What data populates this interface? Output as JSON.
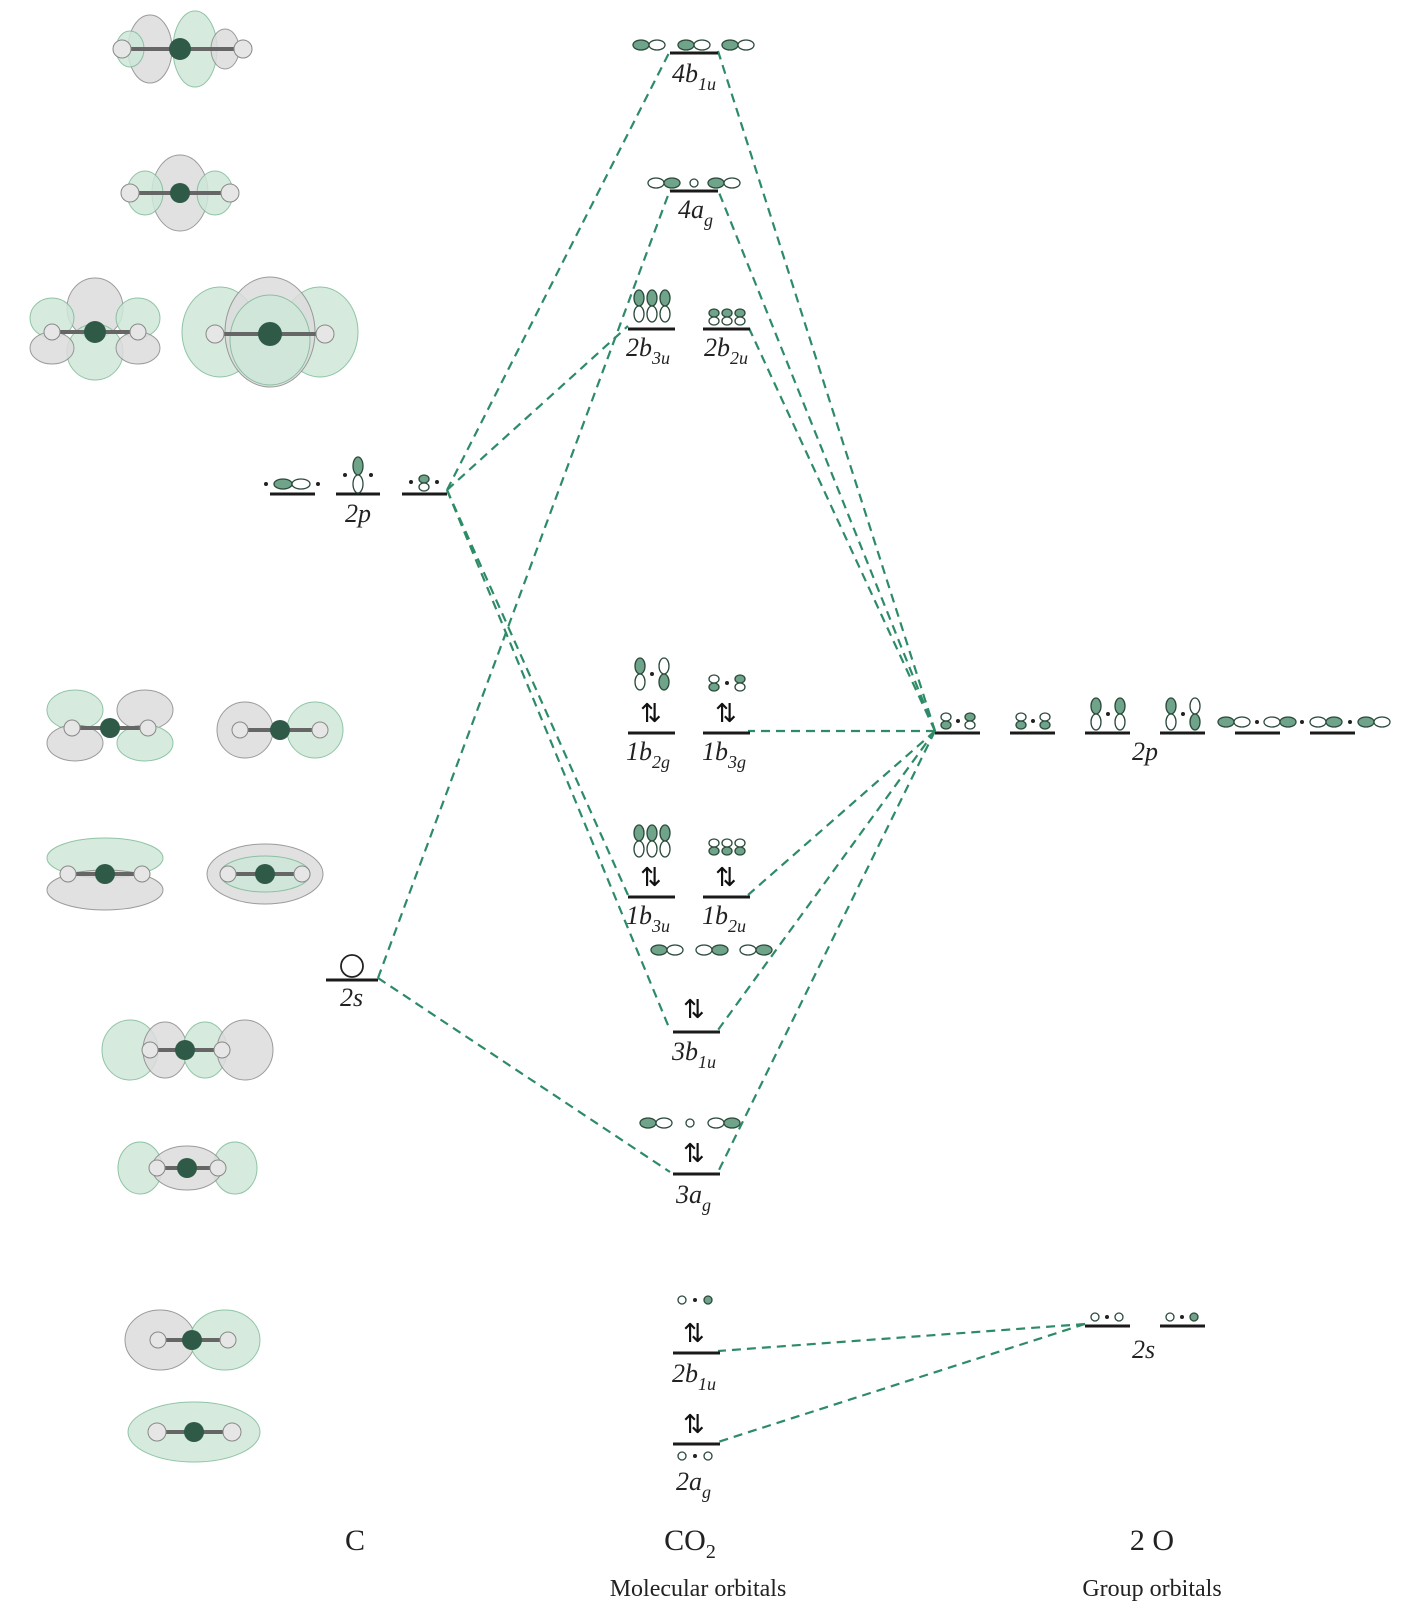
{
  "columns": {
    "left": "C",
    "middle": "CO",
    "middle_sub": "2",
    "middle_caption": "Molecular orbitals",
    "right": "2 O",
    "right_caption": "Group orbitals"
  },
  "carbon_levels": {
    "p_label": "2p",
    "s_label": "2s"
  },
  "oxygen_levels": {
    "p_label": "2p",
    "s_label": "2s"
  },
  "mo_labels": {
    "b1u4": {
      "main": "4b",
      "sub": "1u"
    },
    "ag4": {
      "main": "4a",
      "sub": "g"
    },
    "b3u2": {
      "main": "2b",
      "sub": "3u"
    },
    "b2u2": {
      "main": "2b",
      "sub": "2u"
    },
    "b2g1": {
      "main": "1b",
      "sub": "2g"
    },
    "b3g1": {
      "main": "1b",
      "sub": "3g"
    },
    "b3u1": {
      "main": "1b",
      "sub": "3u"
    },
    "b2u1": {
      "main": "1b",
      "sub": "2u"
    },
    "b1u3": {
      "main": "3b",
      "sub": "1u"
    },
    "ag3": {
      "main": "3a",
      "sub": "g"
    },
    "b1u2": {
      "main": "2b",
      "sub": "1u"
    },
    "ag2": {
      "main": "2a",
      "sub": "g"
    }
  },
  "electron_pair_symbol": "⇅",
  "colors": {
    "connector": "#2e8b67",
    "lobe_shaded": "#6fa48a",
    "level_line": "#1a1a1a"
  }
}
